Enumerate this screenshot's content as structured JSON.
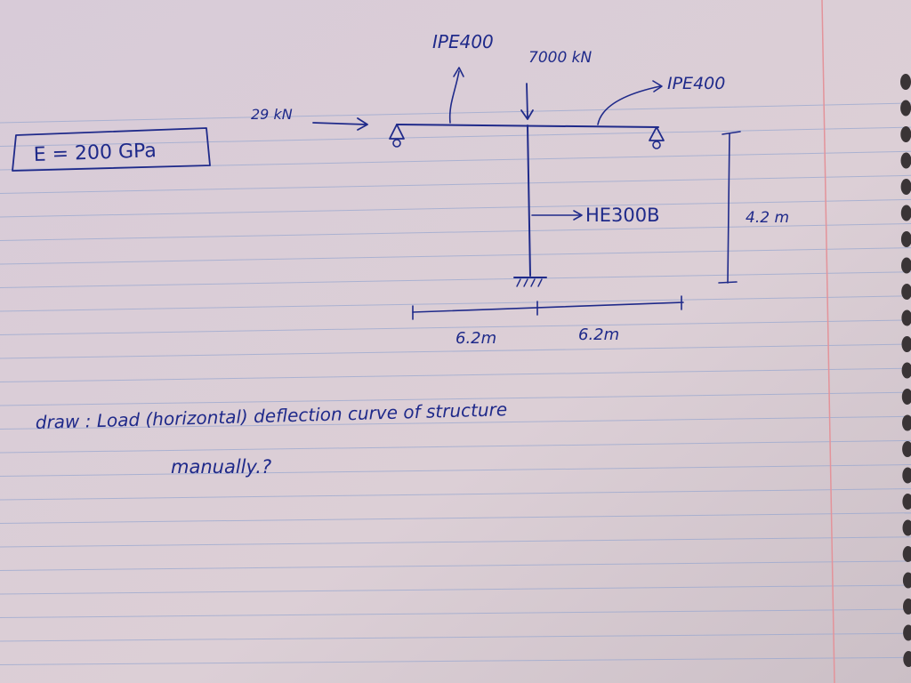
{
  "colors": {
    "paper": "#d9cdd6",
    "rule_line": "#9aa8cf",
    "margin_line": "#e3939a",
    "ink": "#1f2a8a"
  },
  "notes": {
    "modulus": "E = 200 GPa",
    "beam_section_top": "IPE400",
    "vertical_load": "7000 kN",
    "beam_section_right": "IPE400",
    "horizontal_load": "29 kN",
    "column_section": "HE300B",
    "height": "4.2 m",
    "span_left": "6.2m",
    "span_right": "6.2m",
    "question_line1": "draw : Load (horizontal) deflection curve of structure",
    "question_line2": "manually.?"
  }
}
